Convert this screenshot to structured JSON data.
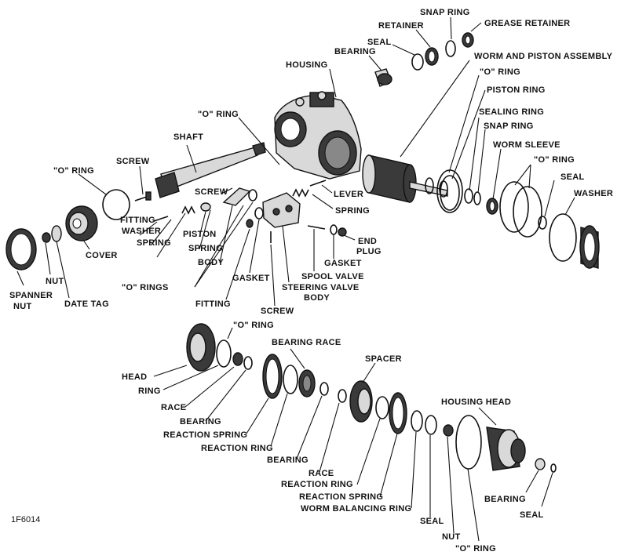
{
  "figure_code": "1F6014",
  "labels": {
    "snap_ring_top": "SNAP RING",
    "retainer": "RETAINER",
    "grease_retainer": "GREASE RETAINER",
    "seal_top": "SEAL",
    "bearing_top": "BEARING",
    "worm_piston_assembly": "WORM AND PISTON ASSEMBLY",
    "housing": "HOUSING",
    "o_ring_right_1": "\"O\" RING",
    "piston_ring": "PISTON RING",
    "sealing_ring": "SEALING RING",
    "snap_ring_mid": "SNAP RING",
    "worm_sleeve": "WORM SLEEVE",
    "o_ring_right_2": "\"O\" RING",
    "seal_right": "SEAL",
    "washer": "WASHER",
    "o_ring_mid": "\"O\" RING",
    "shaft": "SHAFT",
    "screw_left": "SCREW",
    "o_ring_left": "\"O\" RING",
    "screw_mid": "SCREW",
    "lever": "LEVER",
    "spring_right": "SPRING",
    "fitting": "FITTING",
    "washer_left": "WASHER",
    "spring_left": "SPRING",
    "piston": "PISTON",
    "spring_mid": "SPRING",
    "body": "BODY",
    "cover": "COVER",
    "end_plug_1": "END",
    "end_plug_2": "PLUG",
    "gasket_right": "GASKET",
    "spool_valve": "SPOOL VALVE",
    "steering_valve_body_1": "STEERING VALVE",
    "steering_valve_body_2": "BODY",
    "o_rings": "\"O\" RINGS",
    "gasket_mid": "GASKET",
    "spanner_nut_1": "SPANNER",
    "spanner_nut_2": "NUT",
    "nut_left": "NUT",
    "date_tag": "DATE TAG",
    "fitting_lower": "FITTING",
    "screw_lower": "SCREW",
    "o_ring_lower": "\"O\" RING",
    "bearing_race": "BEARING RACE",
    "spacer": "SPACER",
    "head": "HEAD",
    "ring": "RING",
    "race_lower": "RACE",
    "bearing_lower_1": "BEARING",
    "reaction_spring_1": "REACTION SPRING",
    "reaction_ring_1": "REACTION RING",
    "bearing_lower_2": "BEARING",
    "race_lower_2": "RACE",
    "reaction_ring_2": "REACTION RING",
    "reaction_spring_2": "REACTION SPRING",
    "worm_balancing_ring": "WORM BALANCING RING",
    "seal_lower": "SEAL",
    "housing_head": "HOUSING HEAD",
    "nut_lower": "NUT",
    "o_ring_bottom": "\"O\" RING",
    "bearing_bottom": "BEARING",
    "seal_bottom": "SEAL"
  }
}
